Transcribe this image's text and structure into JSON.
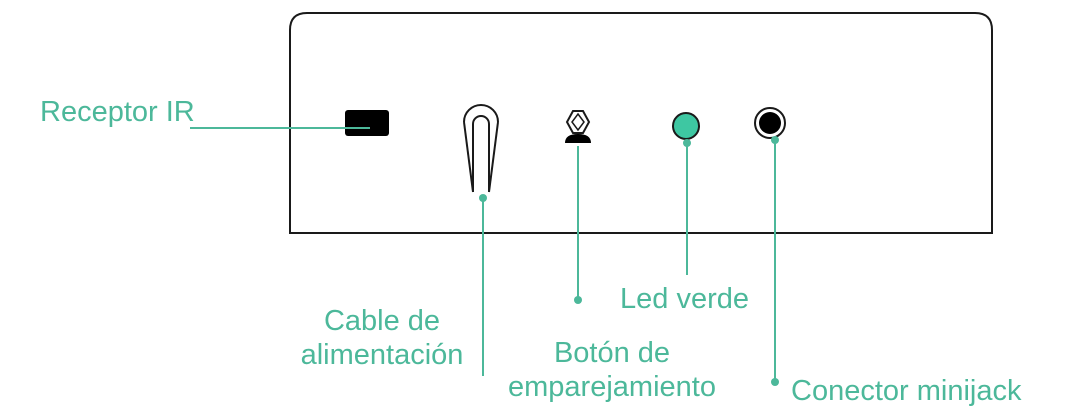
{
  "colors": {
    "accent": "#4cb89a",
    "outline": "#1a1a1a",
    "led_fill": "#3ec7a2"
  },
  "labels": {
    "receptor_ir": "Receptor IR",
    "cable_line1": "Cable de",
    "cable_line2": "alimentación",
    "boton_line1": "Botón de",
    "boton_line2": "emparejamiento",
    "led_verde": "Led verde",
    "conector": "Conector minijack"
  },
  "icons": {
    "ir_receiver": "ir-receiver-icon",
    "power_cable": "power-cable-icon",
    "pairing_button": "pairing-button-icon",
    "led": "led-icon",
    "minijack": "minijack-icon"
  }
}
